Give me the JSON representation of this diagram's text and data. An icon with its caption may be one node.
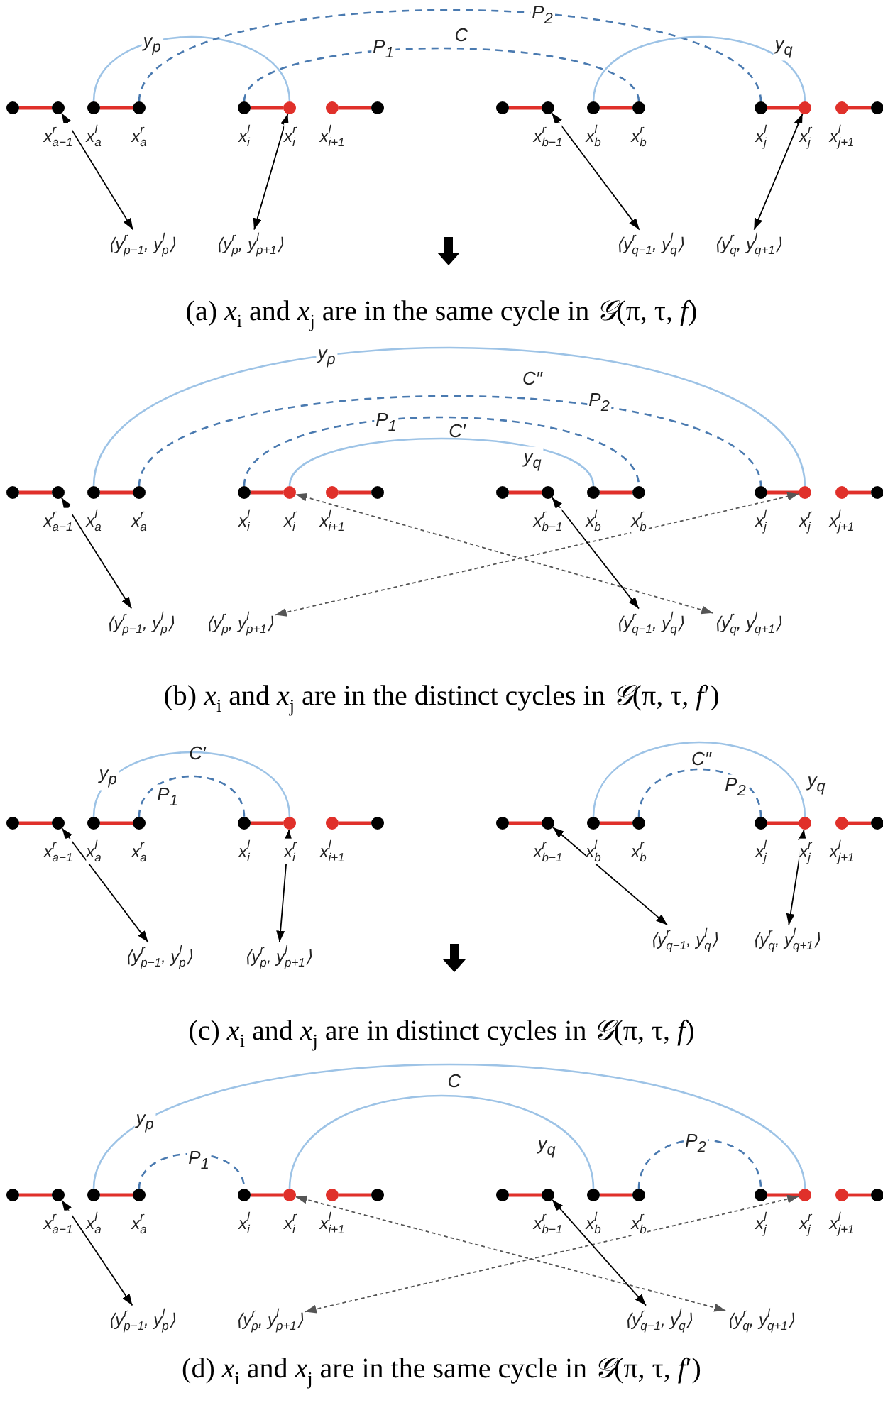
{
  "diagram": {
    "nodes": [
      {
        "text": [],
        "shape": "circle"
      },
      {
        "text": [],
        "shape": "circle",
        "beside": [
          "x$^{r}$$_{a−1}$"
        ]
      },
      {
        "text": [],
        "shape": "circle",
        "beside": [
          "x$^{l}$$_{a}$"
        ]
      },
      {
        "text": [],
        "shape": "circle",
        "beside": [
          "x$^{r}$$_{a}$"
        ]
      },
      {
        "text": [],
        "shape": "circle",
        "beside": [
          "x$^{l}$$_{i}$"
        ]
      },
      {
        "text": [],
        "shape": "circle",
        "beside": [
          "x$^{r}$$_{i}$"
        ]
      },
      {
        "text": [],
        "shape": "circle",
        "beside": [
          "x$^{l}$$_{i+1}$"
        ]
      },
      {
        "text": [],
        "shape": "circle"
      },
      {
        "text": [],
        "shape": "circle"
      },
      {
        "text": [],
        "shape": "circle",
        "beside": [
          "x$^{r}$$_{b−1}$"
        ]
      },
      {
        "text": [],
        "shape": "circle",
        "beside": [
          "x$^{l}$$_{b}$"
        ]
      },
      {
        "text": [],
        "shape": "circle",
        "beside": [
          "x$^{r}$$_{b}$"
        ]
      },
      {
        "text": [],
        "shape": "circle",
        "beside": [
          "x$^{l}$$_{j}$"
        ]
      },
      {
        "text": [],
        "shape": "circle",
        "beside": [
          "x$^{r}$$_{j}$"
        ]
      },
      {
        "text": [],
        "shape": "circle",
        "beside": [
          "x$^{l}$$_{j+1}$"
        ]
      },
      {
        "text": [],
        "shape": "circle"
      },
      {
        "text": [
          "⟨y$^{r}$$_{p−1}$, y$^{l}$$_{p}$⟩"
        ]
      },
      {
        "text": [
          "⟨y$^{r}$$_{p}$, y$^{l}$$_{p+1}$⟩"
        ]
      },
      {
        "text": [
          "⟨y$^{r}$$_{q−1}$, y$^{l}$$_{q}$⟩"
        ]
      },
      {
        "text": [
          "⟨y$^{r}$$_{q}$, y$^{l}$$_{q+1}$⟩"
        ]
      },
      {
        "text": [],
        "shape": "circle"
      },
      {
        "text": [],
        "shape": "circle",
        "beside": [
          "x$^{r}$$_{a−1}$"
        ]
      },
      {
        "text": [],
        "shape": "circle",
        "beside": [
          "x$^{l}$$_{a}$"
        ]
      },
      {
        "text": [],
        "shape": "circle",
        "beside": [
          "x$^{r}$$_{a}$"
        ]
      },
      {
        "text": [],
        "shape": "circle",
        "beside": [
          "x$^{l}$$_{i}$"
        ]
      },
      {
        "text": [],
        "shape": "circle",
        "beside": [
          "x$^{r}$$_{i}$"
        ]
      },
      {
        "text": [],
        "shape": "circle",
        "beside": [
          "x$^{l}$$_{i+1}$"
        ]
      },
      {
        "text": [],
        "shape": "circle"
      },
      {
        "text": [],
        "shape": "circle"
      },
      {
        "text": [],
        "shape": "circle",
        "beside": [
          "x$^{r}$$_{b−1}$"
        ]
      },
      {
        "text": [],
        "shape": "circle",
        "beside": [
          "x$^{l}$$_{b}$"
        ]
      },
      {
        "text": [],
        "shape": "circle",
        "beside": [
          "x$^{r}$$_{b}$"
        ]
      },
      {
        "text": [],
        "shape": "circle",
        "beside": [
          "x$^{l}$$_{j}$"
        ]
      },
      {
        "text": [],
        "shape": "circle",
        "beside": [
          "x$^{r}$$_{j}$"
        ]
      },
      {
        "text": [],
        "shape": "circle",
        "beside": [
          "x$^{l}$$_{j+1}$"
        ]
      },
      {
        "text": [],
        "shape": "circle"
      },
      {
        "text": [
          "⟨y$^{r}$$_{p−1}$, y$^{l}$$_{p}$⟩"
        ]
      },
      {
        "text": [
          "⟨y$^{r}$$_{p}$, y$^{l}$$_{p+1}$⟩"
        ]
      },
      {
        "text": [
          "⟨y$^{r}$$_{q−1}$, y$^{l}$$_{q}$⟩"
        ]
      },
      {
        "text": [
          "⟨y$^{r}$$_{q}$, y$^{l}$$_{q+1}$⟩"
        ]
      },
      {
        "text": [],
        "shape": "circle"
      },
      {
        "text": [],
        "shape": "circle",
        "beside": [
          "x$^{r}$$_{a−1}$"
        ]
      },
      {
        "text": [],
        "shape": "circle",
        "beside": [
          "x$^{l}$$_{a}$"
        ]
      },
      {
        "text": [],
        "shape": "circle",
        "beside": [
          "x$^{r}$$_{a}$"
        ]
      },
      {
        "text": [],
        "shape": "circle",
        "beside": [
          "x$^{l}$$_{i}$"
        ]
      },
      {
        "text": [],
        "shape": "circle",
        "beside": [
          "x$^{r}$$_{i}$"
        ]
      },
      {
        "text": [],
        "shape": "circle",
        "beside": [
          "x$^{l}$$_{i+1}$"
        ]
      },
      {
        "text": [],
        "shape": "circle"
      },
      {
        "text": [],
        "shape": "circle"
      },
      {
        "text": [],
        "shape": "circle",
        "beside": [
          "x$^{r}$$_{b−1}$"
        ]
      },
      {
        "text": [],
        "shape": "circle",
        "beside": [
          "x$^{l}$$_{b}$"
        ]
      },
      {
        "text": [],
        "shape": "circle",
        "beside": [
          "x$^{r}$$_{b}$"
        ]
      },
      {
        "text": [],
        "shape": "circle",
        "beside": [
          "x$^{l}$$_{j}$"
        ]
      },
      {
        "text": [],
        "shape": "circle",
        "beside": [
          "x$^{r}$$_{j}$"
        ]
      },
      {
        "text": [],
        "shape": "circle",
        "beside": [
          "x$^{l}$$_{j+1}$"
        ]
      },
      {
        "text": [],
        "shape": "circle"
      },
      {
        "text": [
          "⟨y$^{r}$$_{p−1}$, y$^{l}$$_{p}$⟩"
        ]
      },
      {
        "text": [
          "⟨y$^{r}$$_{p}$, y$^{l}$$_{p+1}$⟩"
        ]
      },
      {
        "text": [
          "⟨y$^{r}$$_{q−1}$, y$^{l}$$_{q}$⟩"
        ]
      },
      {
        "text": [
          "⟨y$^{r}$$_{q}$, y$^{l}$$_{q+1}$⟩"
        ]
      },
      {
        "text": [],
        "shape": "circle"
      },
      {
        "text": [],
        "shape": "circle",
        "beside": [
          "x$^{r}$$_{a−1}$"
        ]
      },
      {
        "text": [],
        "shape": "circle",
        "beside": [
          "x$^{l}$$_{a}$"
        ]
      },
      {
        "text": [],
        "shape": "circle",
        "beside": [
          "x$^{r}$$_{a}$"
        ]
      },
      {
        "text": [],
        "shape": "circle",
        "beside": [
          "x$^{l}$$_{i}$"
        ]
      },
      {
        "text": [],
        "shape": "circle",
        "beside": [
          "x$^{r}$$_{i}$"
        ]
      },
      {
        "text": [],
        "shape": "circle",
        "beside": [
          "x$^{l}$$_{i+1}$"
        ]
      },
      {
        "text": [],
        "shape": "circle"
      },
      {
        "text": [],
        "shape": "circle"
      },
      {
        "text": [],
        "shape": "circle",
        "beside": [
          "x$^{r}$$_{b−1}$"
        ]
      },
      {
        "text": [],
        "shape": "circle",
        "beside": [
          "x$^{l}$$_{b}$"
        ]
      },
      {
        "text": [],
        "shape": "circle",
        "beside": [
          "x$^{r}$$_{b}$"
        ]
      },
      {
        "text": [],
        "shape": "circle",
        "beside": [
          "x$^{l}$$_{j}$"
        ]
      },
      {
        "text": [],
        "shape": "circle",
        "beside": [
          "x$^{r}$$_{j}$"
        ]
      },
      {
        "text": [],
        "shape": "circle",
        "beside": [
          "x$^{l}$$_{j+1}$"
        ]
      },
      {
        "text": [],
        "shape": "circle"
      },
      {
        "text": [
          "⟨y$^{r}$$_{p−1}$, y$^{l}$$_{p}$⟩"
        ]
      },
      {
        "text": [
          "⟨y$^{r}$$_{p}$, y$^{l}$$_{p+1}$⟩"
        ]
      },
      {
        "text": [
          "⟨y$^{r}$$_{q−1}$, y$^{l}$$_{q}$⟩"
        ]
      },
      {
        "text": [
          "⟨y$^{r}$$_{q}$, y$^{l}$$_{q+1}$⟩"
        ]
      }
    ],
    "edges": [
      {
        "from": 0,
        "to": 1,
        "arrow": "none"
      },
      {
        "from": 2,
        "to": 3,
        "arrow": "none"
      },
      {
        "from": 4,
        "to": 5,
        "arrow": "none"
      },
      {
        "from": 6,
        "to": 7,
        "arrow": "none"
      },
      {
        "from": 8,
        "to": 9,
        "arrow": "none"
      },
      {
        "from": 10,
        "to": 11,
        "arrow": "none"
      },
      {
        "from": 12,
        "to": 13,
        "arrow": "none"
      },
      {
        "from": 14,
        "to": 15,
        "arrow": "none"
      },
      {
        "from": 2,
        "to": 5,
        "arrow": "none",
        "label": "y$_{p}$",
        "color": "#9dc3e6"
      },
      {
        "from": 3,
        "to": 12,
        "arrow": "none",
        "label": "P$_{2}$",
        "style": "dashed",
        "color": "#4a7ab0"
      },
      {
        "from": 4,
        "to": 11,
        "arrow": "none",
        "label": "P$_{1}$",
        "style": "dashed",
        "color": "#4a7ab0"
      },
      {
        "from": 10,
        "to": 13,
        "arrow": "none",
        "label": "y$_{q}$",
        "color": "#9dc3e6"
      },
      {
        "from": 16,
        "to": 1,
        "arrow": "both",
        "color": "#000000"
      },
      {
        "from": 17,
        "to": 5,
        "arrow": "both",
        "color": "#000000"
      },
      {
        "from": 18,
        "to": 9,
        "arrow": "both",
        "color": "#000000"
      },
      {
        "from": 19,
        "to": 13,
        "arrow": "both",
        "color": "#000000"
      },
      {
        "from": 20,
        "to": 21,
        "arrow": "none"
      },
      {
        "from": 22,
        "to": 23,
        "arrow": "none"
      },
      {
        "from": 24,
        "to": 25,
        "arrow": "none"
      },
      {
        "from": 26,
        "to": 27,
        "arrow": "none"
      },
      {
        "from": 28,
        "to": 29,
        "arrow": "none"
      },
      {
        "from": 30,
        "to": 31,
        "arrow": "none"
      },
      {
        "from": 32,
        "to": 33,
        "arrow": "none"
      },
      {
        "from": 34,
        "to": 35,
        "arrow": "none"
      },
      {
        "from": 22,
        "to": 33,
        "arrow": "none",
        "label": "y$_{p}$",
        "color": "#9dc3e6"
      },
      {
        "from": 23,
        "to": 32,
        "arrow": "none",
        "label": "P$_{2}$",
        "style": "dashed",
        "color": "#4a7ab0"
      },
      {
        "from": 24,
        "to": 31,
        "arrow": "none",
        "label": "P$_{1}$",
        "style": "dashed",
        "color": "#4a7ab0"
      },
      {
        "from": 25,
        "to": 30,
        "arrow": "none",
        "label": "y$_{q}$",
        "color": "#9dc3e6"
      },
      {
        "from": 36,
        "to": 21,
        "arrow": "both",
        "color": "#000000"
      },
      {
        "from": 37,
        "to": 33,
        "arrow": "both",
        "style": "dashed",
        "color": "#555555"
      },
      {
        "from": 38,
        "to": 29,
        "arrow": "both",
        "color": "#000000"
      },
      {
        "from": 39,
        "to": 25,
        "arrow": "both",
        "style": "dashed",
        "color": "#555555"
      },
      {
        "from": 40,
        "to": 41,
        "arrow": "none"
      },
      {
        "from": 42,
        "to": 43,
        "arrow": "none"
      },
      {
        "from": 44,
        "to": 45,
        "arrow": "none"
      },
      {
        "from": 46,
        "to": 47,
        "arrow": "none"
      },
      {
        "from": 48,
        "to": 49,
        "arrow": "none"
      },
      {
        "from": 50,
        "to": 51,
        "arrow": "none"
      },
      {
        "from": 52,
        "to": 53,
        "arrow": "none"
      },
      {
        "from": 54,
        "to": 55,
        "arrow": "none"
      },
      {
        "from": 42,
        "to": 45,
        "arrow": "none",
        "label": "y$_{p}$",
        "color": "#9dc3e6"
      },
      {
        "from": 43,
        "to": 44,
        "arrow": "none",
        "label": "P$_{1}$",
        "style": "dashed",
        "color": "#4a7ab0"
      },
      {
        "from": 50,
        "to": 53,
        "arrow": "none",
        "label": "y$_{q}$",
        "color": "#9dc3e6"
      },
      {
        "from": 51,
        "to": 52,
        "arrow": "none",
        "label": "P$_{2}$",
        "style": "dashed",
        "color": "#4a7ab0"
      },
      {
        "from": 56,
        "to": 41,
        "arrow": "both",
        "color": "#000000"
      },
      {
        "from": 57,
        "to": 45,
        "arrow": "both",
        "color": "#000000"
      },
      {
        "from": 58,
        "to": 49,
        "arrow": "both",
        "color": "#000000"
      },
      {
        "from": 59,
        "to": 53,
        "arrow": "both",
        "color": "#000000"
      },
      {
        "from": 60,
        "to": 61,
        "arrow": "none"
      },
      {
        "from": 62,
        "to": 63,
        "arrow": "none"
      },
      {
        "from": 64,
        "to": 65,
        "arrow": "none"
      },
      {
        "from": 66,
        "to": 67,
        "arrow": "none"
      },
      {
        "from": 68,
        "to": 69,
        "arrow": "none"
      },
      {
        "from": 70,
        "to": 71,
        "arrow": "none"
      },
      {
        "from": 72,
        "to": 73,
        "arrow": "none"
      },
      {
        "from": 74,
        "to": 75,
        "arrow": "none"
      },
      {
        "from": 62,
        "to": 73,
        "arrow": "none",
        "label": "y$_{p}$",
        "color": "#9dc3e6"
      },
      {
        "from": 63,
        "to": 64,
        "arrow": "none",
        "label": "P$_{1}$",
        "style": "dashed",
        "color": "#4a7ab0"
      },
      {
        "from": 65,
        "to": 70,
        "arrow": "none",
        "label": "y$_{q}$",
        "color": "#9dc3e6"
      },
      {
        "from": 71,
        "to": 72,
        "arrow": "none",
        "label": "P$_{2}$",
        "style": "dashed",
        "color": "#4a7ab0"
      },
      {
        "from": 76,
        "to": 61,
        "arrow": "both",
        "color": "#000000"
      },
      {
        "from": 77,
        "to": 73,
        "arrow": "both",
        "style": "dashed",
        "color": "#555555"
      },
      {
        "from": 78,
        "to": 69,
        "arrow": "both",
        "color": "#000000"
      },
      {
        "from": 79,
        "to": 65,
        "arrow": "both",
        "style": "dashed",
        "color": "#555555"
      }
    ],
    "labels": [
      "C",
      "(a) *x*$_{i}$ and *x*$_{j}$ are in the same cycle in *𝒢*(π, τ, *f*)",
      "C″",
      "C′",
      "(b) *x*$_{i}$ and *x*$_{j}$ are in the distinct cycles in *𝒢*(π, τ, *f*′)",
      "C′",
      "C″",
      "(c) *x*$_{i}$ and *x*$_{j}$ are in distinct cycles in *𝒢*(π, τ, *f*)",
      "C",
      "(d) *x*$_{i}$ and *x*$_{j}$ are in the same cycle in *𝒢*(π, τ, *f*′)"
    ]
  }
}
